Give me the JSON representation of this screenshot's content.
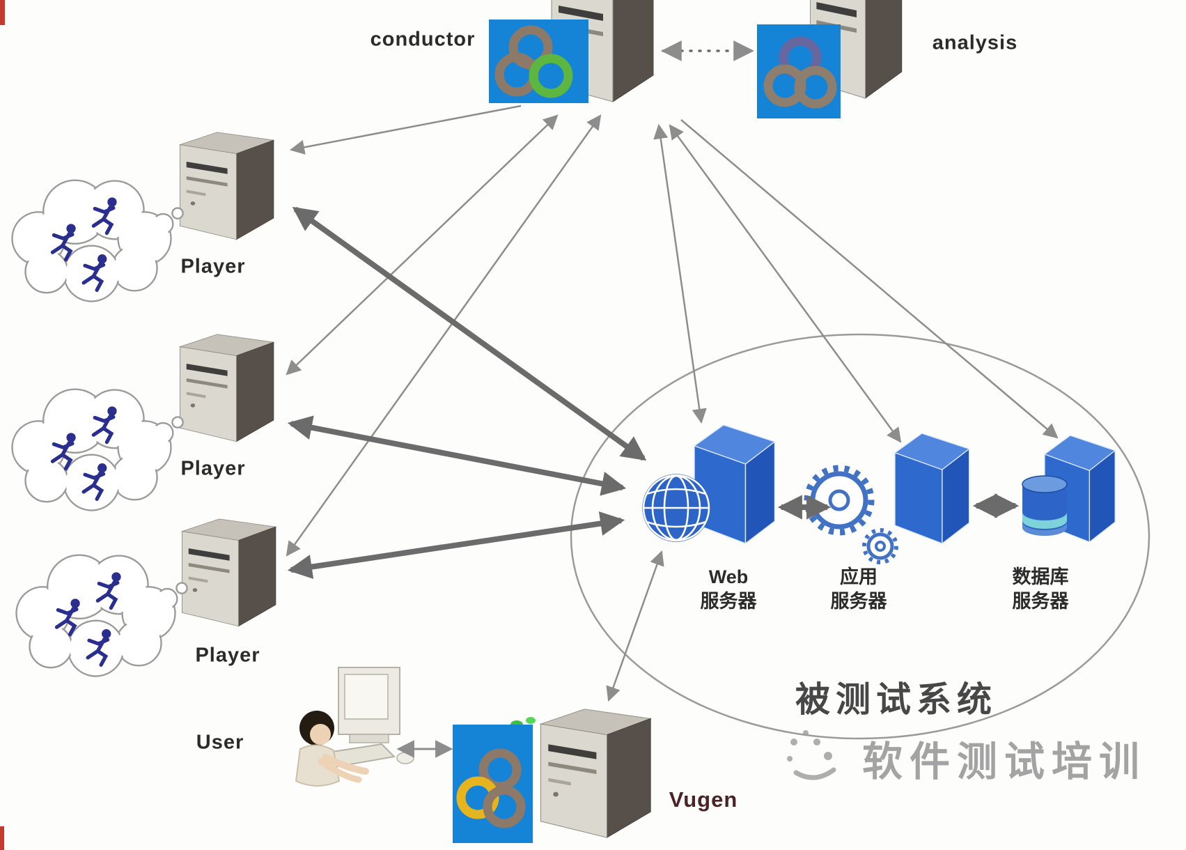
{
  "nodes": {
    "conductor": {
      "label": "conductor"
    },
    "analysis": {
      "label": "analysis"
    },
    "players": [
      {
        "label": "Player"
      },
      {
        "label": "Player"
      },
      {
        "label": "Player"
      }
    ],
    "user": {
      "label": "User"
    },
    "vugen": {
      "label": "Vugen"
    }
  },
  "system_under_test": {
    "title": "被测试系统",
    "servers": [
      {
        "line1": "Web",
        "line2": "服务器"
      },
      {
        "line1": "应用",
        "line2": "服务器"
      },
      {
        "line1": "数据库",
        "line2": "服务器"
      }
    ]
  },
  "watermark": {
    "text": "软件测试培训"
  },
  "icons": {
    "conductor": "loadrunner-controller-icon",
    "analysis": "loadrunner-analysis-icon",
    "vugen": "loadrunner-vugen-icon",
    "web_server": "globe-icon",
    "app_server": "gears-icon",
    "db_server": "database-cylinder-icon",
    "players": "virtual-users-cloud-icon",
    "user": "person-at-computer-icon"
  },
  "colors": {
    "icon_bg_blue": "#1583d6",
    "server_box_blue": "#2d63c8",
    "runner_navy": "#2a2f8f",
    "thick_arrow_gray": "#6b6b6b",
    "thin_arrow_gray": "#8d8d8d",
    "ellipse_gray": "#9a9a9a",
    "watermark_gray": "#949494",
    "vugen_label": "#4a2424",
    "ring_green": "#5cb63f",
    "ring_brown": "#8d7968",
    "ring_yellow": "#e6b51e",
    "ring_purple": "#66679f"
  }
}
